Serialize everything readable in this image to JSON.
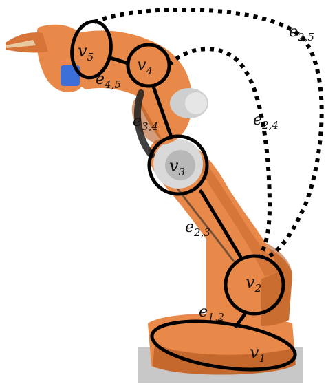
{
  "colors": {
    "robot_body": "#E8894A",
    "robot_shadow": "#B65A22",
    "robot_dark": "#2A2A2A",
    "metal": "#CFCFCF",
    "accent_blue": "#3C6FD8",
    "graph_stroke": "#000000",
    "background": "#FFFFFF"
  },
  "nodes": {
    "v1": {
      "base": "v",
      "sub": "1"
    },
    "v2": {
      "base": "v",
      "sub": "2"
    },
    "v3": {
      "base": "v",
      "sub": "3"
    },
    "v4": {
      "base": "v",
      "sub": "4"
    },
    "v5": {
      "base": "v",
      "sub": "5"
    }
  },
  "edges": {
    "e12": {
      "base": "e",
      "sub": "1,2",
      "style": "solid"
    },
    "e23": {
      "base": "e",
      "sub": "2,3",
      "style": "solid"
    },
    "e34": {
      "base": "e",
      "sub": "3,4",
      "style": "solid"
    },
    "e45": {
      "base": "e",
      "sub": "4,5",
      "style": "solid"
    },
    "e24": {
      "base": "e",
      "sub": "2,4",
      "style": "dotted"
    },
    "e25": {
      "base": "e",
      "sub": "2,5",
      "style": "dotted"
    }
  }
}
